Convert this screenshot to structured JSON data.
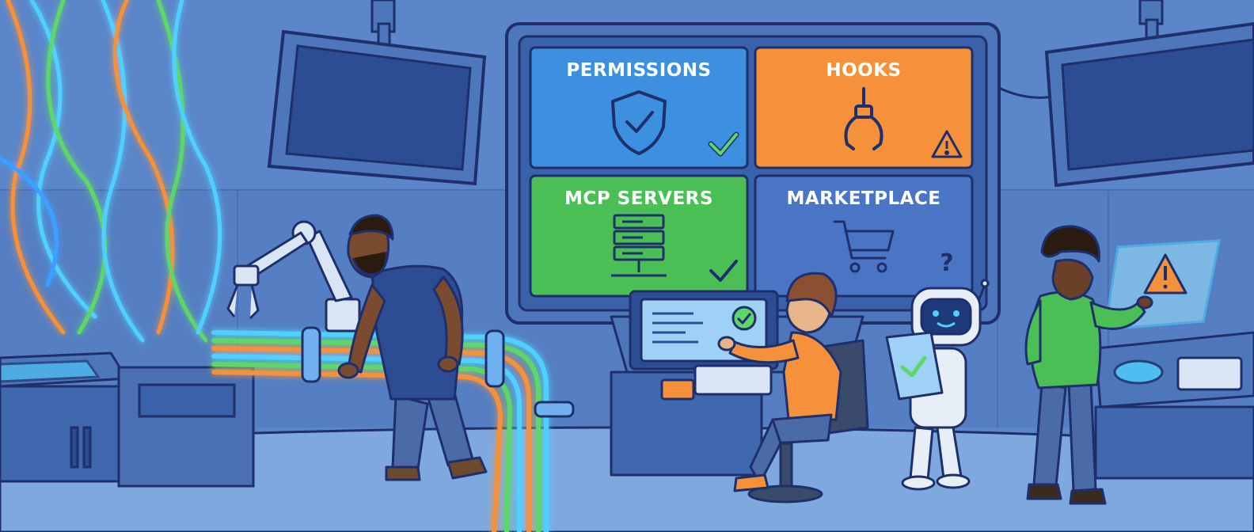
{
  "board": {
    "tiles": [
      {
        "label": "PERMISSIONS",
        "color": "#3d8fe0",
        "icon": "shield-check-icon",
        "status": "check-icon"
      },
      {
        "label": "HOOKS",
        "color": "#f5913a",
        "icon": "claw-hook-icon",
        "status": "warning-icon"
      },
      {
        "label": "MCP SERVERS",
        "color": "#4bbf55",
        "icon": "server-rack-icon",
        "status": "check-icon"
      },
      {
        "label": "MARKETPLACE",
        "color": "#4a74c4",
        "icon": "shopping-cart-icon",
        "status": "question-mark-icon"
      }
    ]
  },
  "colors": {
    "wall": "#5b86c9",
    "floor": "#7fa9de",
    "outline": "#1e2f6b",
    "screen": "#2c4d94",
    "cable_blue": "#4fd0ff",
    "cable_green": "#5fd66a",
    "cable_orange": "#f5913a"
  },
  "scene": {
    "characters": [
      "technician-with-cables",
      "seated-operator",
      "robot-assistant",
      "hologram-user"
    ]
  }
}
